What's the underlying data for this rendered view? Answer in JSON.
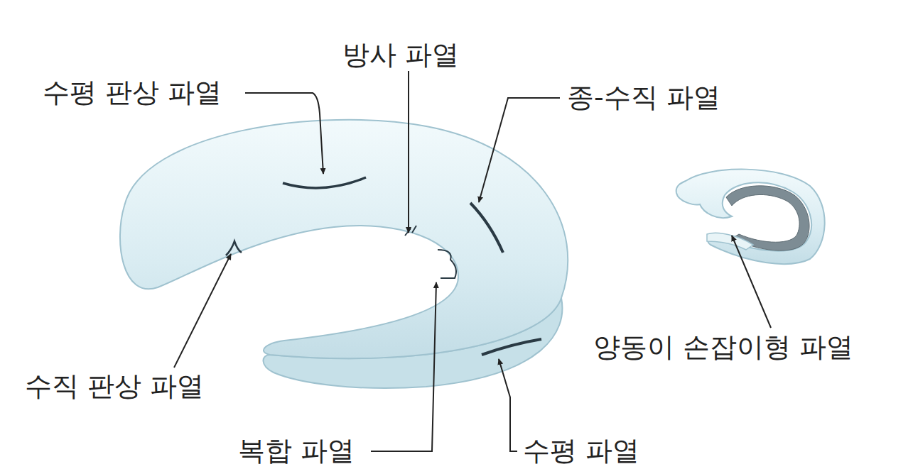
{
  "diagram": {
    "labels": [
      "수평 판상 파열",
      "방사 파열",
      "종-수직 파열",
      "수직 판상 파열",
      "복합 파열",
      "수평 파열",
      "양동이 손잡이형 파열"
    ]
  }
}
